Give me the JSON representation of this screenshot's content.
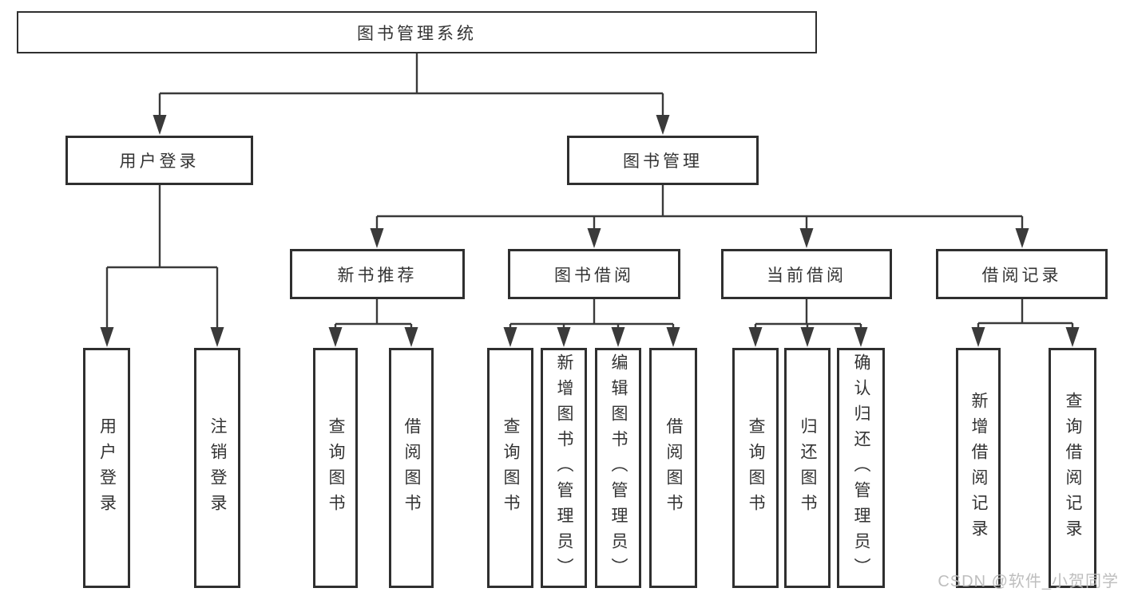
{
  "diagram": {
    "root": {
      "label": "图书管理系统"
    },
    "branches": [
      {
        "label": "用户登录",
        "children": [
          {
            "label": "用户登录"
          },
          {
            "label": "注销登录"
          }
        ]
      },
      {
        "label": "图书管理",
        "children": [
          {
            "label": "新书推荐",
            "children": [
              {
                "label": "查询图书"
              },
              {
                "label": "借阅图书"
              }
            ]
          },
          {
            "label": "图书借阅",
            "children": [
              {
                "label": "查询图书"
              },
              {
                "label": "新增图书（管理员）"
              },
              {
                "label": "编辑图书（管理员）"
              },
              {
                "label": "借阅图书"
              }
            ]
          },
          {
            "label": "当前借阅",
            "children": [
              {
                "label": "查询图书"
              },
              {
                "label": "归还图书"
              },
              {
                "label": "确认归还（管理员）"
              }
            ]
          },
          {
            "label": "借阅记录",
            "children": [
              {
                "label": "新增借阅记录"
              },
              {
                "label": "查询借阅记录"
              }
            ]
          }
        ]
      }
    ]
  },
  "watermark": {
    "text": "CSDN @软件_小贺同学"
  },
  "colors": {
    "line": "#3a3a3a",
    "box_border": "#2f2f2f",
    "text": "#333333",
    "background": "#ffffff",
    "watermark": "#bbbbbb"
  }
}
